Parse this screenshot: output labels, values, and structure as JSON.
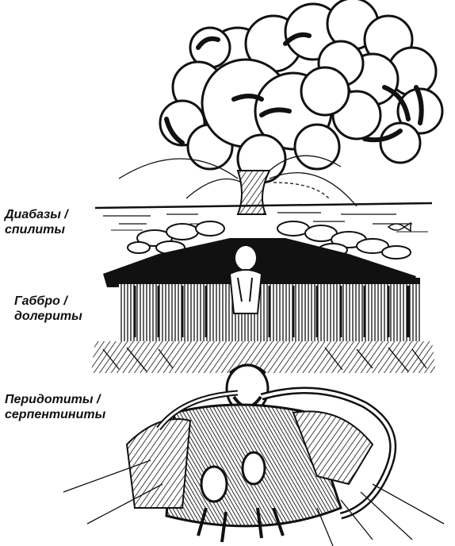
{
  "labels": {
    "layer1": {
      "line1": "Диабазы /",
      "line2": "спилиты"
    },
    "layer2": {
      "line1": "Габбро /",
      "line2": "долериты"
    },
    "layer3": {
      "line1": "Перидотиты /",
      "line2": "серпентиниты"
    }
  },
  "colors": {
    "ink": "#111111",
    "paper": "#ffffff"
  }
}
